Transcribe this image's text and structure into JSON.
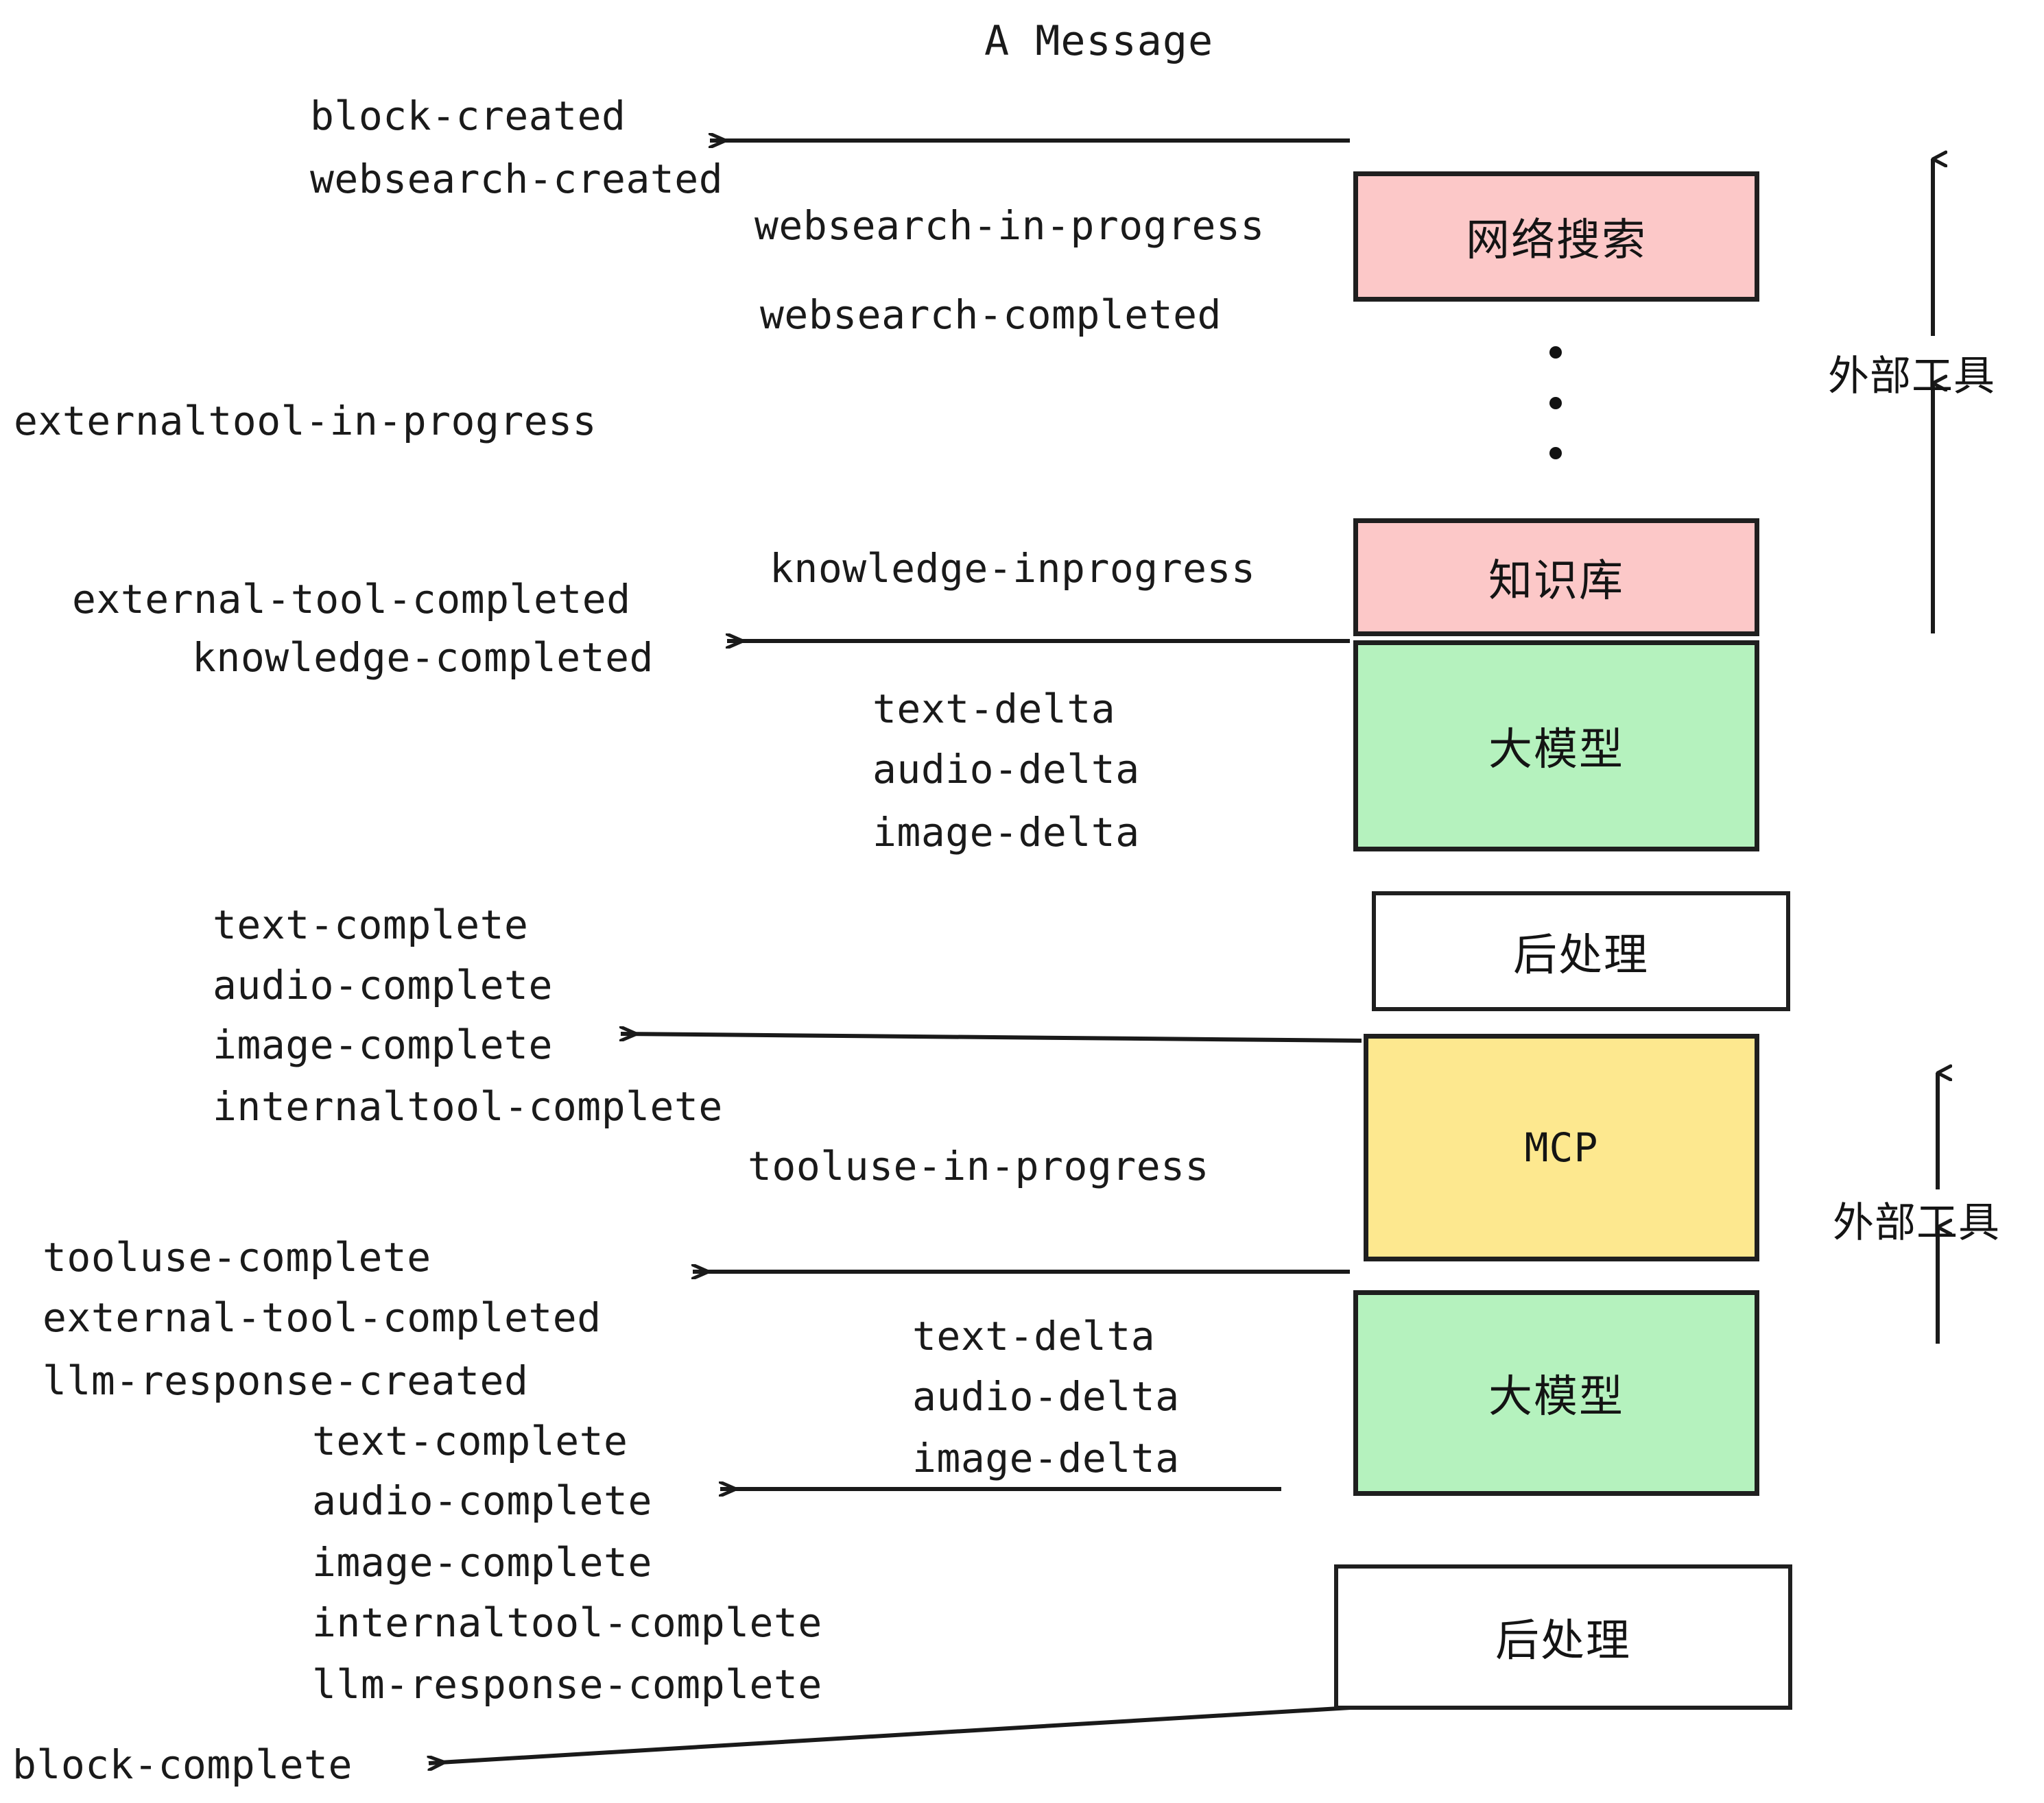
{
  "title": "A Message",
  "colors": {
    "pink": "#FCC8C8",
    "green": "#B5F2BE",
    "yellow": "#FDE88F",
    "white": "#FFFFFF",
    "stroke": "#1F1F1F",
    "text": "#1A1A1A"
  },
  "boxes": [
    {
      "id": "websearch",
      "label": "网络搜索",
      "fill": "#FCC8C8"
    },
    {
      "id": "knowledge",
      "label": "知识库",
      "fill": "#FCC8C8"
    },
    {
      "id": "llm-top",
      "label": "大模型",
      "fill": "#B5F2BE"
    },
    {
      "id": "postprocess-top",
      "label": "后处理",
      "fill": "#FFFFFF"
    },
    {
      "id": "mcp",
      "label": "MCP",
      "fill": "#FDE88F"
    },
    {
      "id": "llm-bottom",
      "label": "大模型",
      "fill": "#B5F2BE"
    },
    {
      "id": "postprocess-bottom",
      "label": "后处理",
      "fill": "#FFFFFF"
    }
  ],
  "side_labels": [
    {
      "id": "external-tools-top",
      "label": "外部工具"
    },
    {
      "id": "external-tools-bottom",
      "label": "外部工具"
    }
  ],
  "events": [
    {
      "id": "block-created",
      "text": "block-created"
    },
    {
      "id": "websearch-created",
      "text": "websearch-created"
    },
    {
      "id": "websearch-in-progress",
      "text": "websearch-in-progress"
    },
    {
      "id": "websearch-completed",
      "text": "websearch-completed"
    },
    {
      "id": "externaltool-in-progress",
      "text": "externaltool-in-progress"
    },
    {
      "id": "knowledge-inprogress",
      "text": "knowledge-inprogress"
    },
    {
      "id": "external-tool-completed-1",
      "text": "external-tool-completed"
    },
    {
      "id": "knowledge-completed",
      "text": "knowledge-completed"
    },
    {
      "id": "text-delta-1",
      "text": "text-delta"
    },
    {
      "id": "audio-delta-1",
      "text": "audio-delta"
    },
    {
      "id": "image-delta-1",
      "text": "image-delta"
    },
    {
      "id": "text-complete-1",
      "text": "text-complete"
    },
    {
      "id": "audio-complete-1",
      "text": "audio-complete"
    },
    {
      "id": "image-complete-1",
      "text": "image-complete"
    },
    {
      "id": "internaltool-complete-1",
      "text": "internaltool-complete"
    },
    {
      "id": "tooluse-in-progress",
      "text": "tooluse-in-progress"
    },
    {
      "id": "tooluse-complete",
      "text": "tooluse-complete"
    },
    {
      "id": "external-tool-completed-2",
      "text": "external-tool-completed"
    },
    {
      "id": "llm-response-created",
      "text": "llm-response-created"
    },
    {
      "id": "text-delta-2",
      "text": "text-delta"
    },
    {
      "id": "audio-delta-2",
      "text": "audio-delta"
    },
    {
      "id": "image-delta-2",
      "text": "image-delta"
    },
    {
      "id": "text-complete-2",
      "text": "text-complete"
    },
    {
      "id": "audio-complete-2",
      "text": "audio-complete"
    },
    {
      "id": "image-complete-2",
      "text": "image-complete"
    },
    {
      "id": "internaltool-complete-2",
      "text": "internaltool-complete"
    },
    {
      "id": "llm-response-complete",
      "text": "llm-response-complete"
    },
    {
      "id": "block-complete",
      "text": "block-complete"
    }
  ]
}
